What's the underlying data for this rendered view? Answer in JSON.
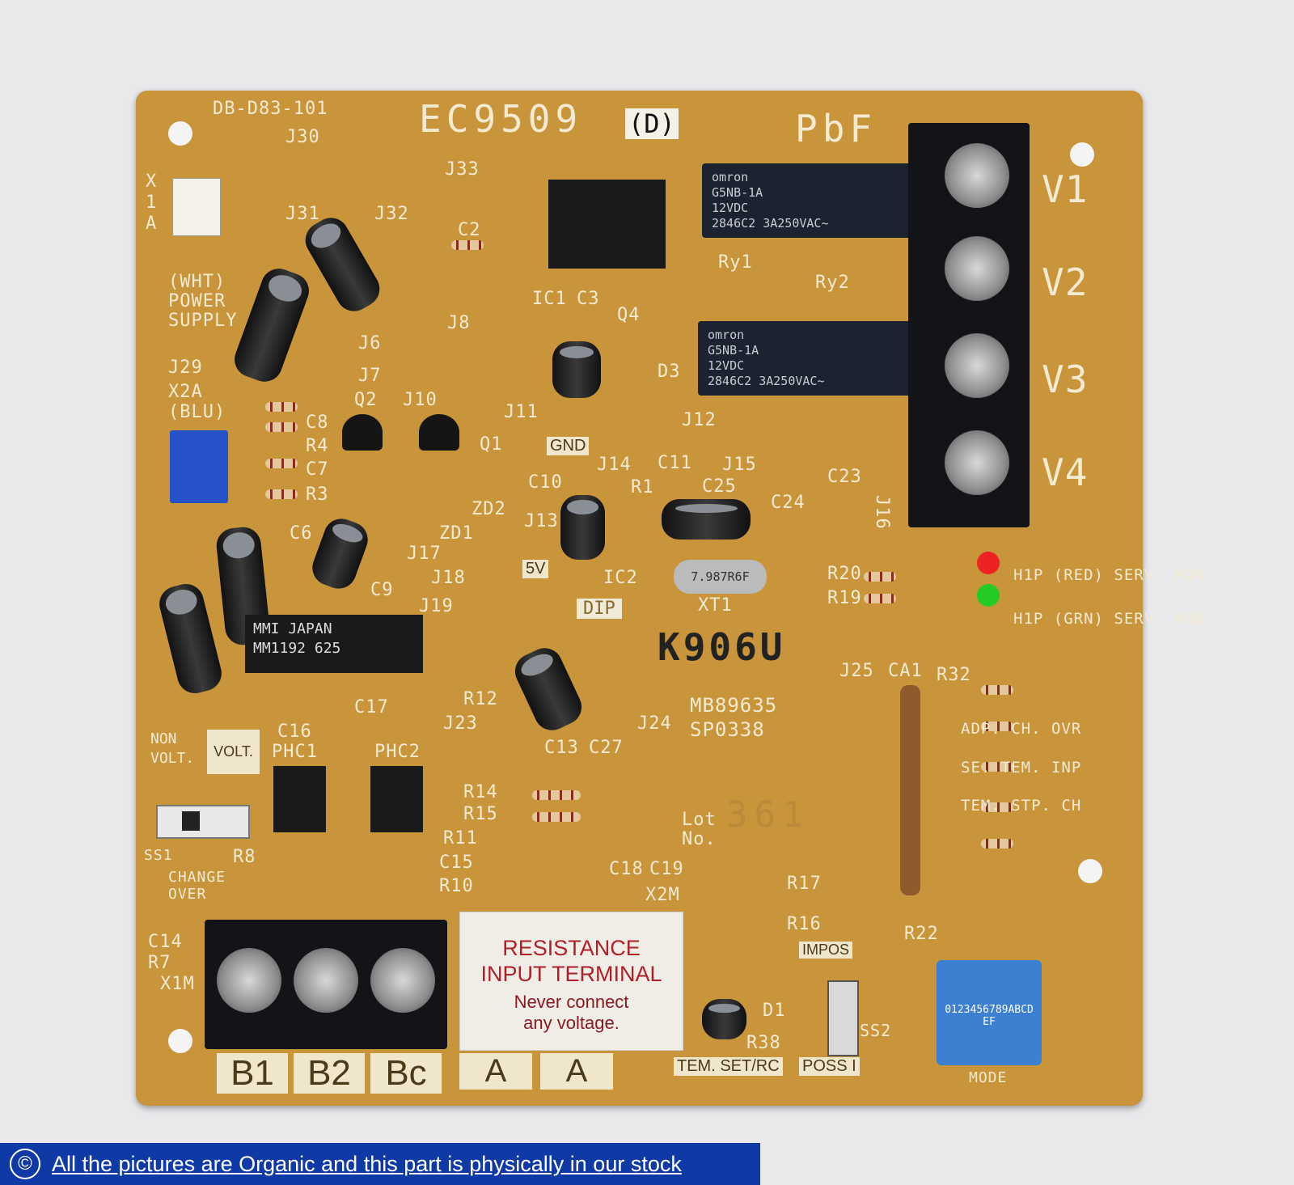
{
  "board": {
    "part_code": "DB-D83-101",
    "model": "EC9509",
    "revision": "(D)",
    "pbf": "PbF",
    "labels": [
      "J30",
      "J31",
      "J32",
      "J33",
      "C2",
      "J8",
      "J6",
      "J7",
      "J29",
      "Q2",
      "J10",
      "Q1",
      "C8",
      "R4",
      "C7",
      "R3",
      "ZD1",
      "ZD2",
      "J11",
      "GND",
      "J12",
      "J14",
      "C11",
      "J15",
      "C25",
      "C23",
      "C24",
      "J16",
      "C10",
      "R1",
      "J13",
      "IC2",
      "5V",
      "J17",
      "J18",
      "J19",
      "C9",
      "C6",
      "R20",
      "R19",
      "XT1",
      "IC1",
      "C3",
      "Q4",
      "D3",
      "J25",
      "CA1",
      "R32",
      "J24",
      "J23",
      "R12",
      "C13",
      "C27",
      "C17",
      "C16",
      "PHC1",
      "PHC2",
      "R14",
      "R15",
      "R11",
      "C15",
      "R10",
      "R8",
      "R17",
      "R16",
      "R22",
      "D1",
      "R38",
      "C14",
      "R7",
      "X1M",
      "X2M",
      "C19",
      "C18"
    ],
    "connector_x1a": "X1A",
    "power_supply": "(WHT) POWER SUPPLY",
    "connector_x2a": "X2A (BLU)",
    "relays": [
      {
        "brand": "omron",
        "model": "G5NB-1A",
        "voltage": "12VDC",
        "code": "2846C2",
        "rating": "3A250VAC~",
        "ref": "Ry1"
      },
      {
        "brand": "omron",
        "model": "G5NB-1A",
        "voltage": "12VDC",
        "code": "2846C2",
        "rating": "3A250VAC~",
        "ref": "Ry2"
      }
    ],
    "terminals_right": [
      "V1",
      "V2",
      "V3",
      "V4"
    ],
    "terminals_bottom": [
      "B1",
      "B2",
      "Bc",
      "A",
      "A"
    ],
    "ic_mm1192": "MMI JAPAN\nMM1192 625",
    "mcu": "MB89635\nSP0338",
    "crystal": "7.987R6F",
    "stamp": "K906U",
    "lot_label": "Lot No.",
    "lot_value": "361",
    "dip_arrow": "DIP",
    "led_labels": [
      "H1P (RED) SERV. MON",
      "H1P (GRN) SERV. MON"
    ],
    "function_labels": [
      "ADP. CH. OVR",
      "SE. TEM. INP",
      "TEM. STP. CH"
    ],
    "switch_labels": {
      "non_volt": "NON VOLT.",
      "volt": "VOLT.",
      "ss1": "SS1",
      "change_over": "CHANGE OVER"
    },
    "sticker": {
      "title": "RESISTANCE INPUT TERMINAL",
      "line2": "Never connect",
      "line3": "any voltage."
    },
    "bottom_labels": {
      "tem_set": "TEM. SET/RC",
      "poss": "POSS I",
      "impos": "IMPOS",
      "ss2": "SS2",
      "mode": "MODE"
    },
    "rotary_digits": "0123456789ABCDEF",
    "colors": {
      "pcb": "#c9953b",
      "silkscreen": "#f3ead2",
      "banner": "#0f3aa6",
      "rotary": "#3d7fd1"
    }
  },
  "banner": {
    "icon": "copyright-icon",
    "text": "All the pictures are Organic and this part is physically in our stock"
  }
}
